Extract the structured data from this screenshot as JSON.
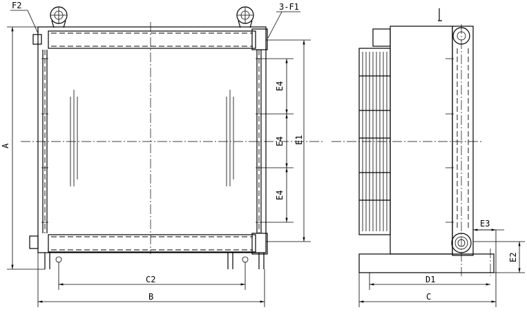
{
  "callouts": {
    "f2": "F2",
    "f1": "3-F1"
  },
  "dimensions": {
    "a": "A",
    "b": "B",
    "c2": "C2",
    "e1": "E1",
    "e4": [
      "E4",
      "E4",
      "E4"
    ],
    "c": "C",
    "d1": "D1",
    "e2": "E2",
    "e3": "E3"
  },
  "colors": {
    "line": "#000000",
    "background": "#ffffff"
  }
}
